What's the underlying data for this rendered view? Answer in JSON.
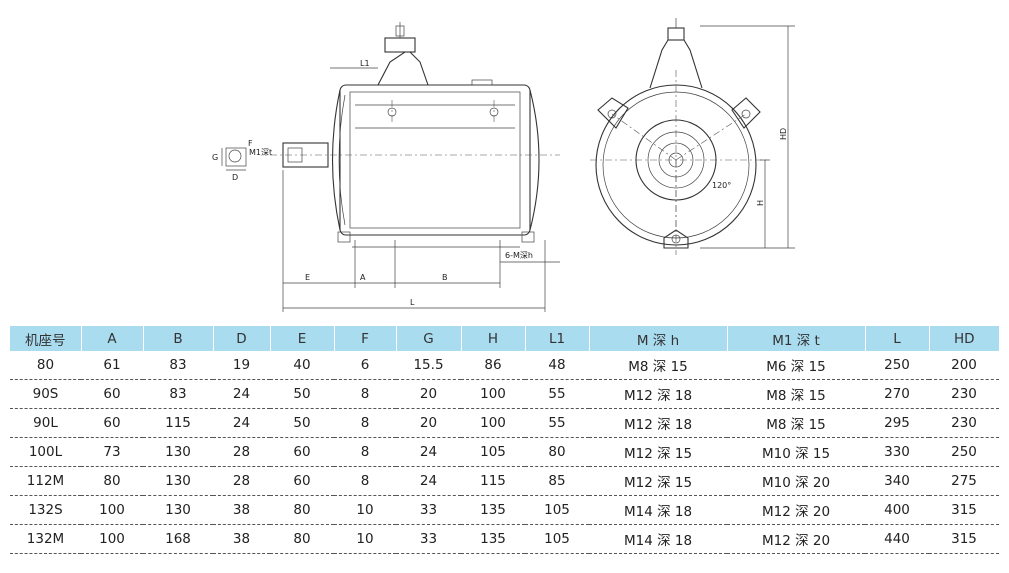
{
  "drawing": {
    "labels": {
      "L1": "L1",
      "E": "E",
      "A": "A",
      "B": "B",
      "L": "L",
      "F": "F",
      "G": "G",
      "D": "D",
      "M1": "M1深t",
      "M": "6-M深h",
      "HD": "HD",
      "H": "H",
      "angle": "120°"
    }
  },
  "table": {
    "headers": [
      "机座号",
      "A",
      "B",
      "D",
      "E",
      "F",
      "G",
      "H",
      "L1",
      "M 深 h",
      "M1 深 t",
      "L",
      "HD"
    ],
    "rows": [
      [
        "80",
        "61",
        "83",
        "19",
        "40",
        "6",
        "15.5",
        "86",
        "48",
        "M8 深 15",
        "M6 深 15",
        "250",
        "200"
      ],
      [
        "90S",
        "60",
        "83",
        "24",
        "50",
        "8",
        "20",
        "100",
        "55",
        "M12 深 18",
        "M8 深 15",
        "270",
        "230"
      ],
      [
        "90L",
        "60",
        "115",
        "24",
        "50",
        "8",
        "20",
        "100",
        "55",
        "M12 深 18",
        "M8 深 15",
        "295",
        "230"
      ],
      [
        "100L",
        "73",
        "130",
        "28",
        "60",
        "8",
        "24",
        "105",
        "80",
        "M12 深 15",
        "M10 深 15",
        "330",
        "250"
      ],
      [
        "112M",
        "80",
        "130",
        "28",
        "60",
        "8",
        "24",
        "115",
        "85",
        "M12 深 15",
        "M10 深 20",
        "340",
        "275"
      ],
      [
        "132S",
        "100",
        "130",
        "38",
        "80",
        "10",
        "33",
        "135",
        "105",
        "M14 深 18",
        "M12 深 20",
        "400",
        "315"
      ],
      [
        "132M",
        "100",
        "168",
        "38",
        "80",
        "10",
        "33",
        "135",
        "105",
        "M14 深 18",
        "M12 深 20",
        "440",
        "315"
      ]
    ]
  }
}
